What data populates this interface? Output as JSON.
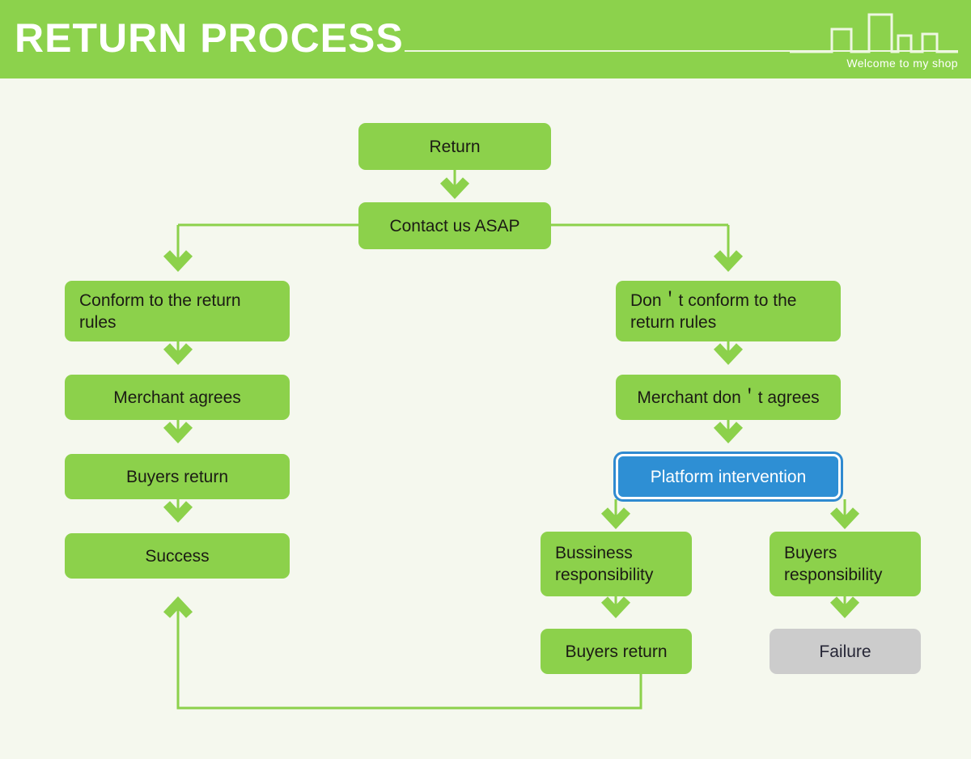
{
  "header": {
    "title": "RETURN PROCESS",
    "tagline": "Welcome to my shop",
    "logo_icon": "city-skyline-icon",
    "brand_green": "#8cd24c",
    "rule_color": "#eef7e2"
  },
  "theme": {
    "background": "#f5f8ee",
    "node_green": "#8cd14b",
    "node_gray": "#cccccc",
    "highlight_blue": "#2e8fd4",
    "edge_green": "#8cd14b",
    "text_dark": "#1b1b14",
    "text_light": "#ffffff"
  },
  "chart_data": {
    "type": "diagram",
    "title": "RETURN PROCESS",
    "nodes": [
      {
        "id": "return",
        "label": "Return",
        "style": "green",
        "align": "center"
      },
      {
        "id": "contact",
        "label": "Contact us ASAP",
        "style": "green",
        "align": "center"
      },
      {
        "id": "conform",
        "label": "Conform to the return rules",
        "style": "green",
        "align": "left"
      },
      {
        "id": "not-conform",
        "label": "Don＇t conform to the return rules",
        "style": "green",
        "align": "left"
      },
      {
        "id": "merchant-ok",
        "label": "Merchant agrees",
        "style": "green",
        "align": "center"
      },
      {
        "id": "merchant-no",
        "label": "Merchant don＇t agrees",
        "style": "green",
        "align": "center"
      },
      {
        "id": "buyers-return-left",
        "label": "Buyers return",
        "style": "green",
        "align": "center"
      },
      {
        "id": "platform",
        "label": "Platform intervention",
        "style": "highlight",
        "align": "center"
      },
      {
        "id": "success",
        "label": "Success",
        "style": "green",
        "align": "center"
      },
      {
        "id": "business-resp",
        "label": "Bussiness responsibility",
        "style": "green",
        "align": "left"
      },
      {
        "id": "buyers-resp",
        "label": "Buyers responsibility",
        "style": "green",
        "align": "left"
      },
      {
        "id": "buyers-return-right",
        "label": "Buyers return",
        "style": "green",
        "align": "center"
      },
      {
        "id": "failure",
        "label": "Failure",
        "style": "gray",
        "align": "center"
      }
    ],
    "edges": [
      {
        "from": "return",
        "to": "contact"
      },
      {
        "from": "contact",
        "to": "conform"
      },
      {
        "from": "contact",
        "to": "not-conform"
      },
      {
        "from": "conform",
        "to": "merchant-ok"
      },
      {
        "from": "merchant-ok",
        "to": "buyers-return-left"
      },
      {
        "from": "buyers-return-left",
        "to": "success"
      },
      {
        "from": "not-conform",
        "to": "merchant-no"
      },
      {
        "from": "merchant-no",
        "to": "platform"
      },
      {
        "from": "platform",
        "to": "business-resp"
      },
      {
        "from": "platform",
        "to": "buyers-resp"
      },
      {
        "from": "business-resp",
        "to": "buyers-return-right"
      },
      {
        "from": "buyers-resp",
        "to": "failure"
      },
      {
        "from": "buyers-return-right",
        "to": "success"
      }
    ]
  }
}
